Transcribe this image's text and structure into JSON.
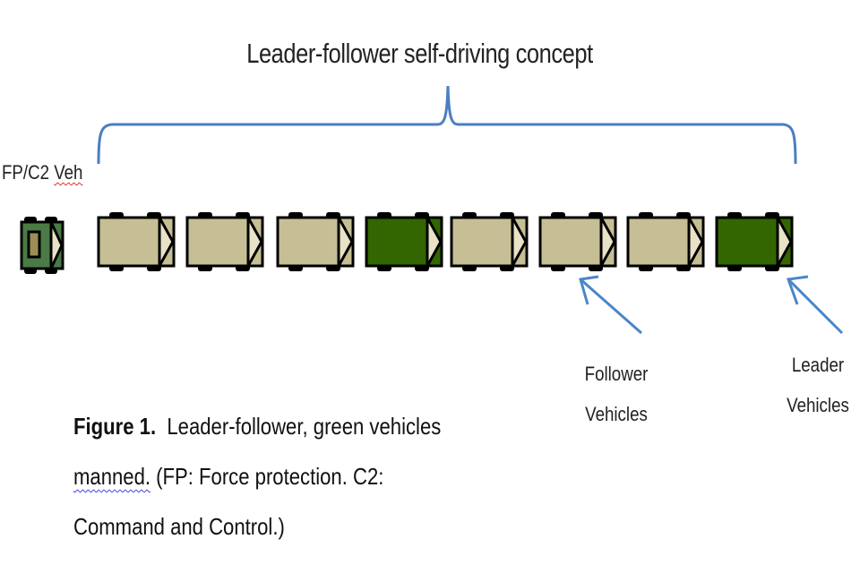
{
  "title": "Leader-follower self-driving concept",
  "fp_vehicle": {
    "label_prefix": "FP/C2 ",
    "label_flagged": "Veh",
    "color": "#4a7a45",
    "accent": "#9b8f57"
  },
  "convoy": [
    {
      "role": "follower",
      "manned": false,
      "color": "#c6bf95"
    },
    {
      "role": "follower",
      "manned": false,
      "color": "#c6bf95"
    },
    {
      "role": "follower",
      "manned": false,
      "color": "#c6bf95"
    },
    {
      "role": "leader",
      "manned": true,
      "color": "#336600"
    },
    {
      "role": "follower",
      "manned": false,
      "color": "#c6bf95"
    },
    {
      "role": "follower",
      "manned": false,
      "color": "#c6bf95"
    },
    {
      "role": "follower",
      "manned": false,
      "color": "#c6bf95"
    },
    {
      "role": "leader",
      "manned": true,
      "color": "#336600"
    }
  ],
  "annotations": {
    "follower": {
      "line1": "Follower",
      "line2": "Vehicles"
    },
    "leader": {
      "line1": "Leader",
      "line2": "Vehicles"
    }
  },
  "caption": {
    "label": "Figure 1.",
    "line1_rest": "  Leader-follower, green vehicles",
    "line2_flagged": "manned.",
    "line2_rest": " (FP: Force protection. C2:",
    "line3": "Command and Control.)"
  },
  "colors": {
    "brace": "#4a7ec2",
    "arrow": "#4a86c8",
    "windshield": "#e8e2c6",
    "outline": "#000000"
  }
}
